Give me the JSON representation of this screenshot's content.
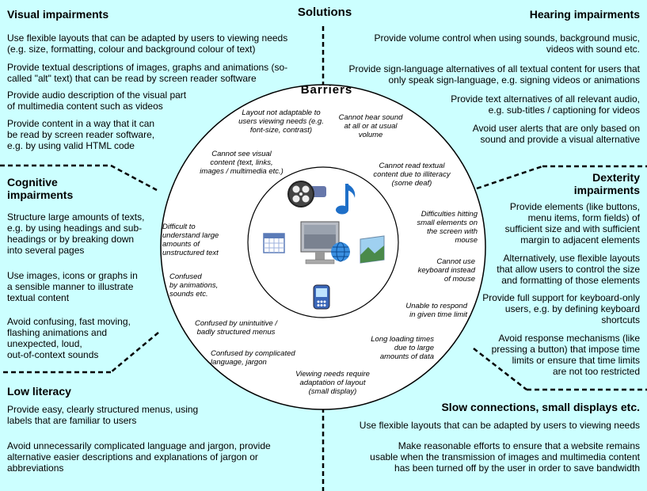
{
  "solutions_title": "Solutions",
  "barriers_title": "Barriers",
  "sections": {
    "visual": {
      "title": "Visual impairments",
      "items": [
        [
          "Use flexible layouts that can be adapted by users to viewing needs",
          "(e.g. size, formatting, colour and background colour of text)"
        ],
        [
          "Provide textual descriptions of images, graphs and animations (so-",
          "called \"alt\" text) that can be read by screen reader software"
        ],
        [
          "Provide audio description of the visual part",
          "of multimedia content such as videos"
        ],
        [
          "Provide content in a way that it can",
          "be read by screen reader software,",
          "e.g. by using valid HTML code"
        ]
      ]
    },
    "hearing": {
      "title": "Hearing impairments",
      "items": [
        [
          "Provide volume control when using sounds, background music,",
          "videos with sound etc."
        ],
        [
          "Provide sign-language alternatives of all textual content for users that",
          "only speak sign-language, e.g. signing videos or animations"
        ],
        [
          "Provide text alternatives of all relevant audio,",
          "e.g. sub-titles / captioning for videos"
        ],
        [
          "Avoid user alerts that are only based on",
          "sound and provide a visual alternative"
        ]
      ]
    },
    "cognitive": {
      "title_lines": [
        "Cognitive",
        "impairments"
      ],
      "items": [
        [
          "Structure large amounts of texts,",
          "e.g. by using headings and sub-",
          "headings or by breaking down",
          "into several pages"
        ],
        [
          "Use images, icons or graphs in",
          "a sensible manner to illustrate",
          "textual content"
        ],
        [
          "Avoid confusing, fast moving,",
          "flashing animations and",
          "unexpected, loud,",
          "out-of-context sounds"
        ]
      ]
    },
    "dexterity": {
      "title_lines": [
        "Dexterity",
        "impairments"
      ],
      "items": [
        [
          "Provide elements (like buttons,",
          "menu items, form fields)  of",
          "sufficient size and with sufficient",
          "margin to adjacent elements"
        ],
        [
          "Alternatively, use flexible layouts",
          "that allow users to control the size",
          "and formatting of those elements"
        ],
        [
          "Provide full support for keyboard-only",
          "users, e.g. by defining keyboard",
          "shortcuts"
        ],
        [
          "Avoid response mechanisms (like",
          "pressing a button) that impose time",
          "limits or ensure that time limits",
          "are not too restricted"
        ]
      ]
    },
    "literacy": {
      "title": "Low literacy",
      "items": [
        [
          "Provide easy, clearly structured menus, using",
          "labels that are familiar to users"
        ],
        [
          "Avoid unnecessarily complicated language and jargon, provide",
          "alternative easier descriptions and explanations of jargon or",
          "abbreviations"
        ]
      ]
    },
    "slow": {
      "title": "Slow connections, small displays etc.",
      "items": [
        [
          "Use flexible layouts that can be adapted by users to viewing needs"
        ],
        [
          "Make reasonable efforts to ensure that a website remains",
          "usable when the transmission of images and multimedia content",
          "has been turned off by the user in order to save bandwidth"
        ]
      ]
    }
  },
  "barriers": [
    [
      "Layout not adaptable to",
      "users viewing needs (e.g.",
      "font-size, contrast)"
    ],
    [
      "Cannot hear sound",
      "at all or at usual",
      "volume"
    ],
    [
      "Cannot see visual",
      "content (text, links,",
      "images / multimedia etc.)"
    ],
    [
      "Cannot  read textual",
      "content due to illiteracy",
      "(some deaf)"
    ],
    [
      "Difficult to",
      "understand large",
      "amounts of",
      "unstructured text"
    ],
    [
      "Difficulties hitting",
      "small elements on",
      "the screen with",
      "mouse"
    ],
    [
      "Cannot use",
      "keyboard instead",
      "of mouse"
    ],
    [
      "Confused",
      "by animations,",
      "sounds etc."
    ],
    [
      "Unable to respond",
      "in given time limit"
    ],
    [
      "Confused by unintuitive /",
      "badly structured menus"
    ],
    [
      "Long loading times",
      "due to large",
      "amounts of data"
    ],
    [
      "Confused by complicated",
      "language, jargon"
    ],
    [
      "Viewing needs require",
      "adaptation of layout",
      "(small display)"
    ]
  ],
  "icons": [
    "film-reel-icon",
    "music-note-icon",
    "computer-icon",
    "globe-icon",
    "calendar-icon",
    "landscape-image-icon",
    "handheld-device-icon"
  ],
  "colors": {
    "background": "#ccffff",
    "circle_fill": "#ffffff",
    "line": "#000000"
  }
}
